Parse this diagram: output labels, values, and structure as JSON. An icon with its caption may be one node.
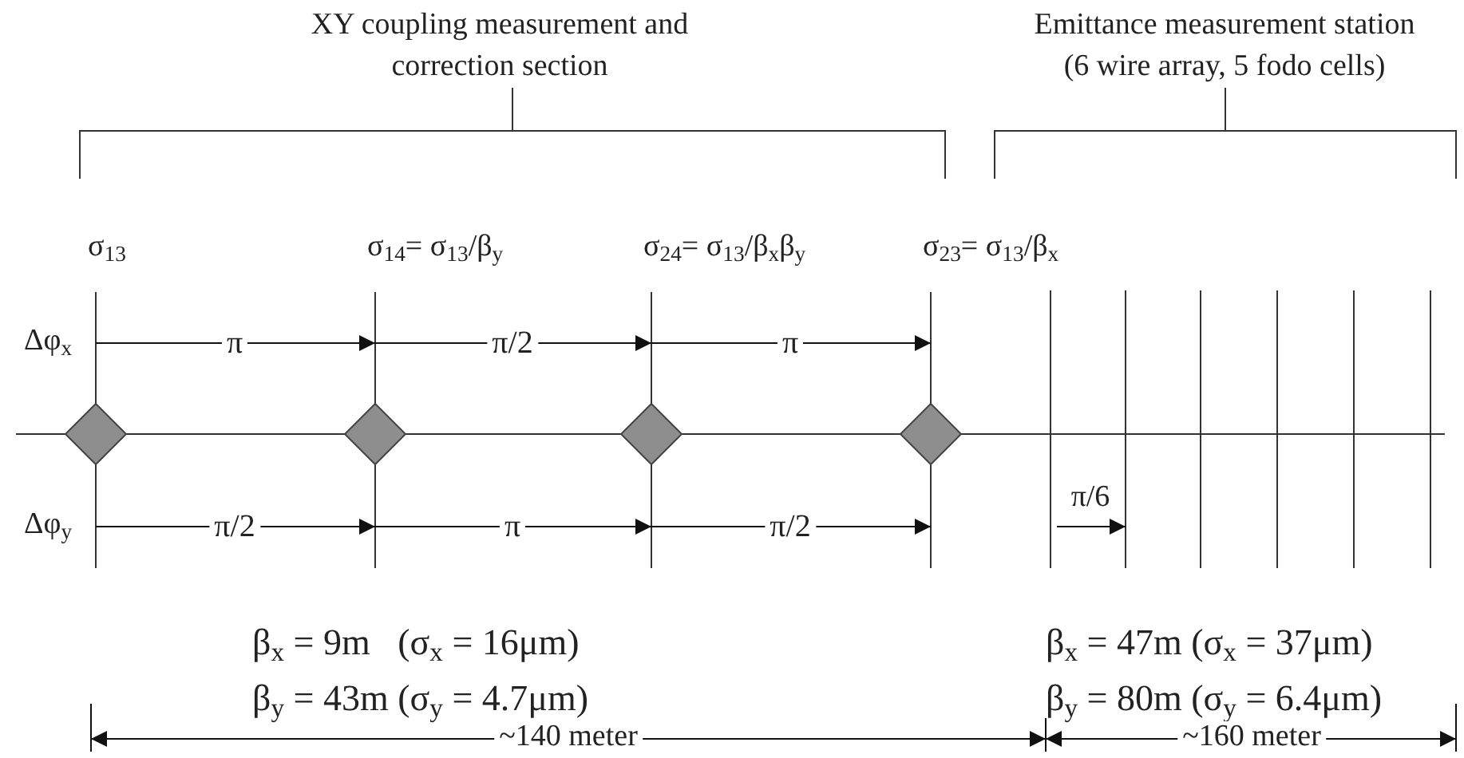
{
  "diagram": {
    "nodes": [
      {
        "text": [],
        "shape": "diamond"
      },
      {
        "text": [],
        "shape": "diamond"
      },
      {
        "text": [],
        "shape": "diamond"
      },
      {
        "text": [],
        "shape": "diamond"
      }
    ],
    "labels": [
      "XY coupling measurement and correction section",
      "Emittance measurement station (6 wire array, 5 fodo cells)",
      "σ$_{13}$",
      "σ$_{14}$= σ$_{13}$/β$_{y}$",
      "σ$_{24}$= σ$_{13}$/β$_{x}$β$_{y}$",
      "σ$_{23}$= σ$_{13}$/β$_{x}$",
      "Δφ$_{x}$",
      "π",
      "π/2",
      "π",
      "Δφ$_{y}$",
      "π/2",
      "π",
      "π/2",
      "π/6",
      "β$_{x}$ = 9m   (σ$_{x}$ = 16μm)",
      "β$_{x}$ = 47m (σ$_{x}$ = 37μm)",
      "β$_{y}$ = 43m (σ$_{y}$ = 4.7μm)",
      "β$_{y}$ = 80m (σ$_{y}$ = 6.4μm)",
      "~140 meter",
      "~160 meter"
    ]
  }
}
